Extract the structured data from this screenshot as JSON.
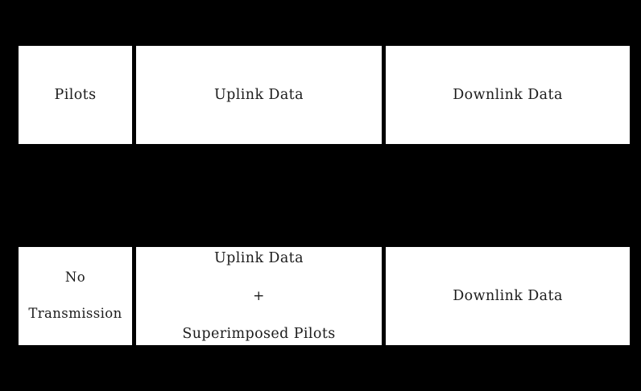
{
  "figure": {
    "background_color": "#000000",
    "cell_fill_color": "#ffffff",
    "cell_border_color": "#000000",
    "text_color": "#1c1c1c"
  },
  "rows": [
    {
      "name": "conventional-pilot-frame",
      "slots": [
        {
          "name": "pilots",
          "label": "Pilots"
        },
        {
          "name": "uplink-data",
          "label": "Uplink Data"
        },
        {
          "name": "downlink-data",
          "label": "Downlink Data"
        }
      ]
    },
    {
      "name": "superimposed-pilot-frame",
      "slots": [
        {
          "name": "no-transmission",
          "label_line_1": "No",
          "label_line_2": "Transmission"
        },
        {
          "name": "uplink-data-superimposed-pilots",
          "label_line_1": "Uplink Data",
          "label_line_2": "+",
          "label_line_3": "Superimposed Pilots"
        },
        {
          "name": "downlink-data",
          "label": "Downlink Data"
        }
      ]
    }
  ]
}
